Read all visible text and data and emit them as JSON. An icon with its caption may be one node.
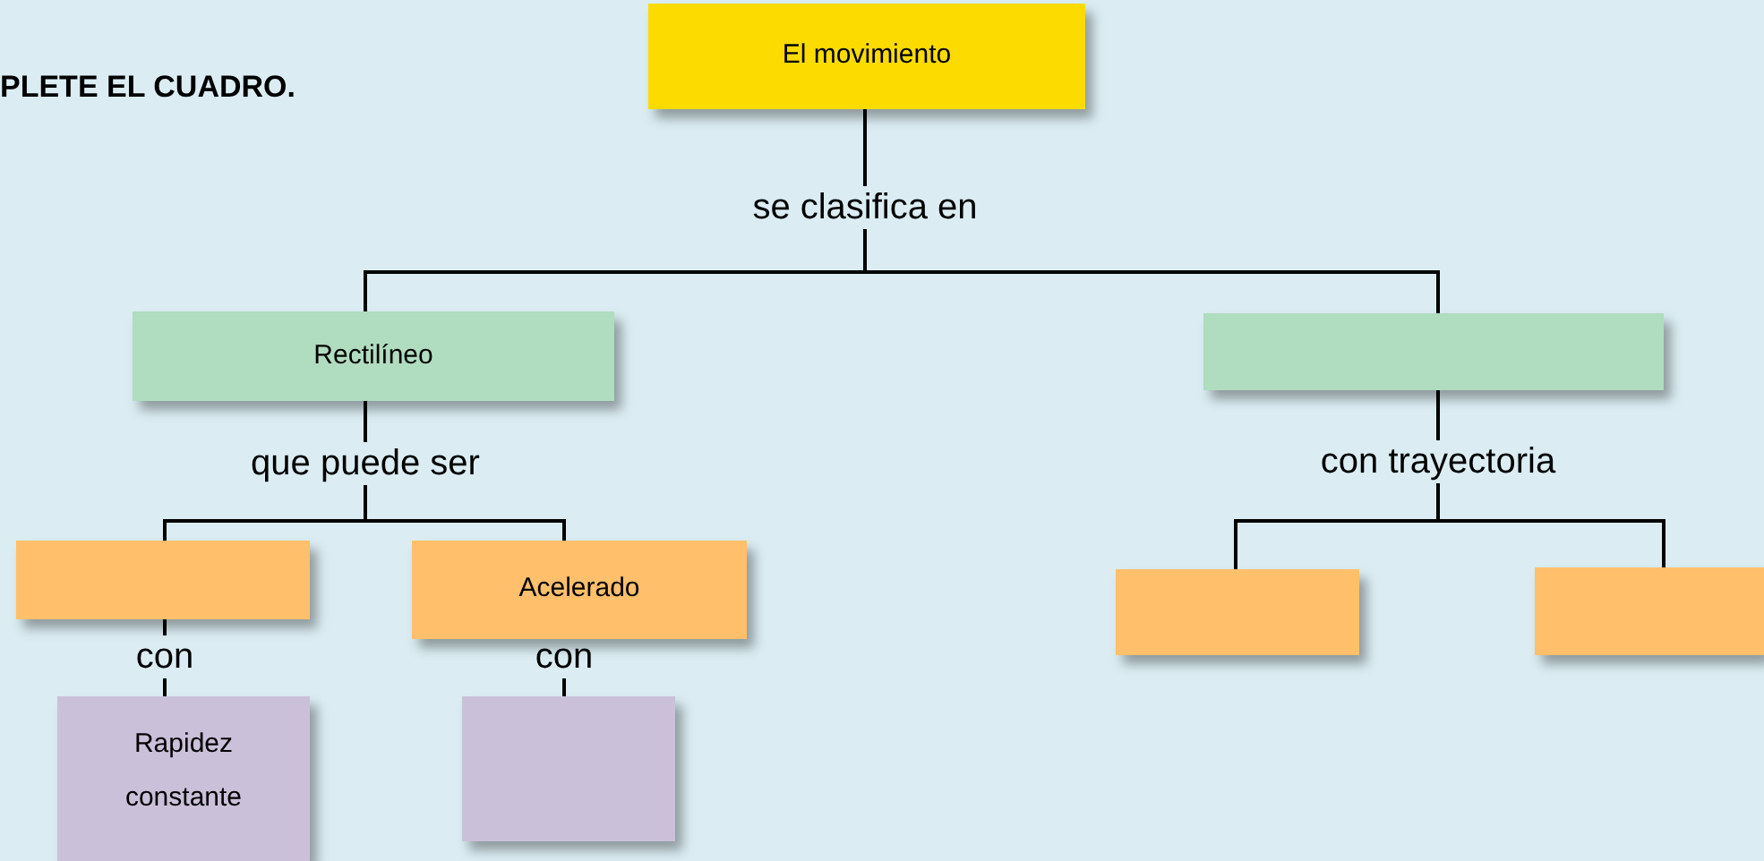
{
  "diagram": {
    "title": "PLETE EL CUADRO.",
    "nodes": [
      {
        "text": [
          "El movimiento"
        ]
      },
      {
        "text": [
          "Rectilíneo"
        ]
      },
      {
        "text": [],
        "shape": "box"
      },
      {
        "text": [],
        "shape": "box"
      },
      {
        "text": [
          "Acelerado"
        ]
      },
      {
        "text": [
          "Rapidez constante"
        ]
      },
      {
        "text": [],
        "shape": "box"
      },
      {
        "text": [],
        "shape": "box"
      },
      {
        "text": [],
        "shape": "box"
      }
    ],
    "edges": [
      {
        "from": 0,
        "to": 1,
        "arrow": "none",
        "label": "se clasifica en"
      },
      {
        "from": 0,
        "to": 2,
        "arrow": "none"
      },
      {
        "from": 1,
        "to": 3,
        "arrow": "none",
        "label": "que puede ser"
      },
      {
        "from": 1,
        "to": 4,
        "arrow": "none"
      },
      {
        "from": 3,
        "to": 5,
        "arrow": "none",
        "label": "con"
      },
      {
        "from": 4,
        "to": 6,
        "arrow": "none",
        "label": "con"
      },
      {
        "from": 2,
        "to": 7,
        "arrow": "none",
        "label": "con trayectoria"
      },
      {
        "from": 2,
        "to": 8,
        "arrow": "none"
      }
    ]
  }
}
